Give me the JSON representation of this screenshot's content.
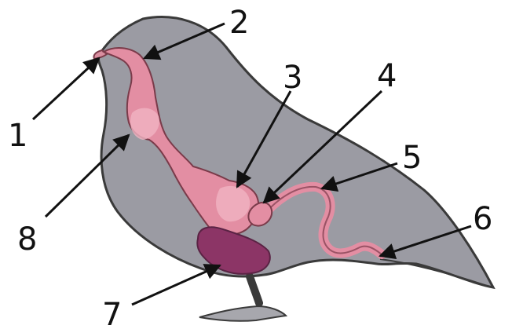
{
  "colors": {
    "body_fill": "#9b9ba3",
    "outline": "#3a3a3a",
    "tract_fill": "#e38ea3",
    "tract_stroke": "#7a3b4a",
    "gizzard_fill": "#8c3566",
    "foot_fill": "#a7a7ad",
    "labels": "#111111"
  },
  "callouts": [
    {
      "number": "1"
    },
    {
      "number": "2"
    },
    {
      "number": "3"
    },
    {
      "number": "4"
    },
    {
      "number": "5"
    },
    {
      "number": "6"
    },
    {
      "number": "7"
    },
    {
      "number": "8"
    }
  ]
}
